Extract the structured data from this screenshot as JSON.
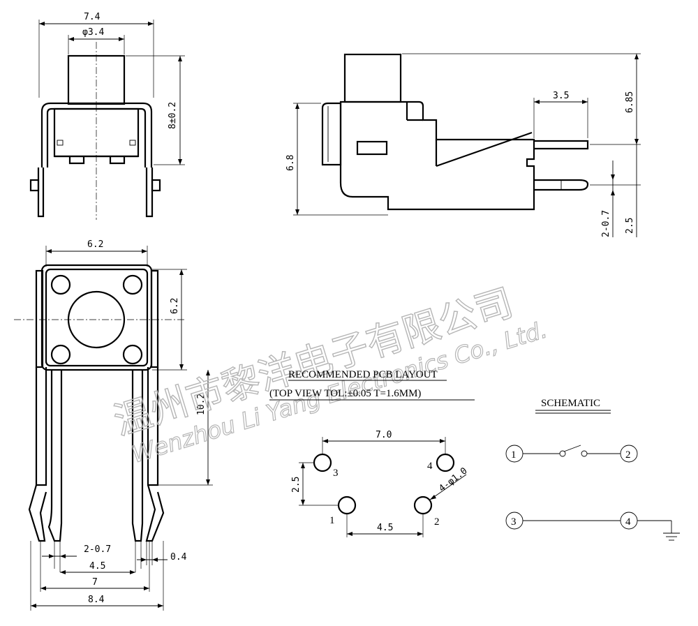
{
  "dimensions": {
    "front_width": "7.4",
    "stem_dia": "φ3.4",
    "front_height": "8±0.2",
    "side_height": "6.8",
    "side_total": "6.85",
    "side_lead_len": "3.5",
    "side_lead_w": "2-0.7",
    "side_lead_pitch": "2.5",
    "top_width": "6.2",
    "top_height": "6.2",
    "top_lead_len": "10.2",
    "bottom_lead_w": "2-0.7",
    "bottom_pitch": "4.5",
    "bottom_outer": "7",
    "bottom_total": "8.4",
    "bottom_thick": "0.4"
  },
  "pcb_layout": {
    "title": "RECOMMENDED PCB LAYOUT",
    "subtitle": "(TOP VIEW TOL:±0.05 T=1.6MM)",
    "width": "7.0",
    "height": "2.5",
    "bottom_width": "4.5",
    "hole_spec": "4-φ1.0",
    "pins": [
      "1",
      "2",
      "3",
      "4"
    ]
  },
  "schematic": {
    "title": "SCHEMATIC",
    "pins": [
      "1",
      "2",
      "3",
      "4"
    ]
  },
  "watermark": {
    "chinese": "温州市黎洋电子有限公司",
    "english": "Wenzhou Li Yang Electronics Co., Ltd."
  }
}
